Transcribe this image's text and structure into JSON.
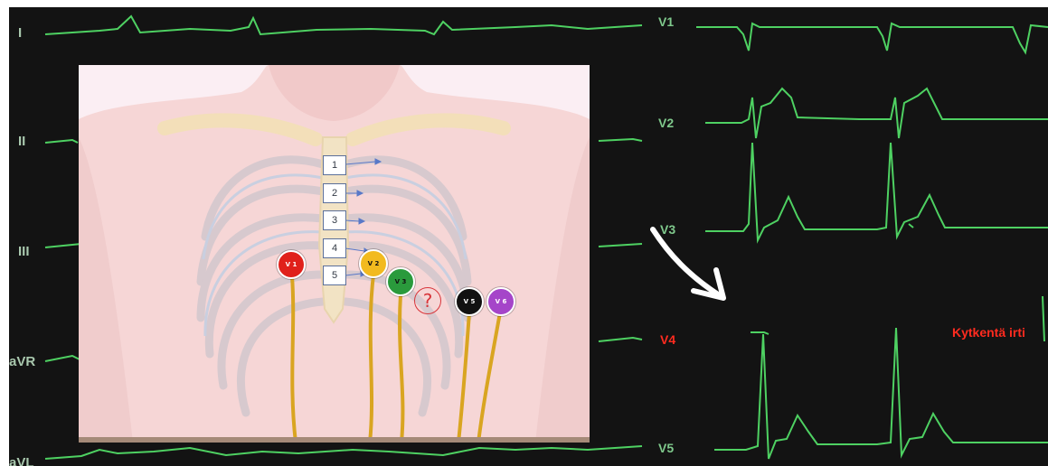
{
  "ecg_monitor": {
    "left_leads": [
      "I",
      "II",
      "III",
      "aVR",
      "aVL"
    ],
    "right_leads": [
      "V1",
      "V2",
      "V3",
      "V4",
      "V5"
    ],
    "alarm_text": "Kytkentä irti",
    "trace_color": "#4ed162",
    "alarm_color": "#ff2b1f"
  },
  "placement_diagram": {
    "intercostal_spaces": [
      "1",
      "2",
      "3",
      "4",
      "5"
    ],
    "electrodes": [
      {
        "label": "V 1",
        "color": "#e0211b"
      },
      {
        "label": "V 2",
        "color": "#f2ba1f"
      },
      {
        "label": "V 3",
        "color": "#2a9a3c"
      },
      {
        "label": "V 5",
        "color": "#111111"
      },
      {
        "label": "V 6",
        "color": "#a545c9"
      }
    ],
    "missing_marker": "?",
    "cable_color": "#d9a521"
  },
  "annotation": {
    "arrow_icon": "curved-arrow-icon",
    "arrow_color": "#ffffff"
  }
}
